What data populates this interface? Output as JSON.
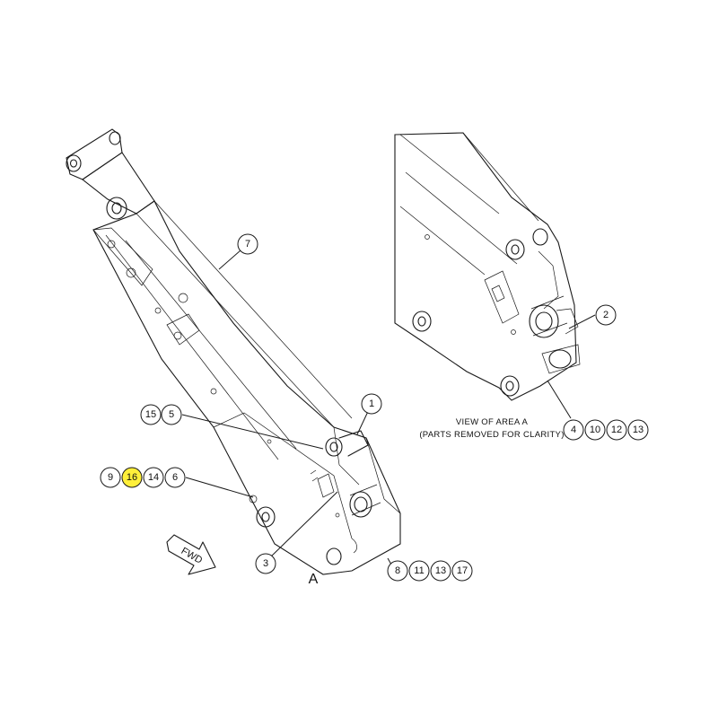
{
  "colors": {
    "highlight": "#ffef3a",
    "line": "#1a1a1a",
    "background": "#ffffff"
  },
  "callouts": {
    "c7": "7",
    "c1": "1",
    "c15": "15",
    "c5": "5",
    "c9": "9",
    "c16": "16",
    "c14": "14",
    "c6": "6",
    "c3": "3",
    "c8": "8",
    "c11": "11",
    "c13a": "13",
    "c17": "17",
    "c2": "2",
    "c4": "4",
    "c10": "10",
    "c12": "12",
    "c13b": "13"
  },
  "highlighted_callout": "16",
  "detail_caption": {
    "line1": "VIEW OF AREA A",
    "line2": "(PARTS REMOVED FOR CLARITY)"
  },
  "area_label": "A",
  "direction_label": "FWD"
}
